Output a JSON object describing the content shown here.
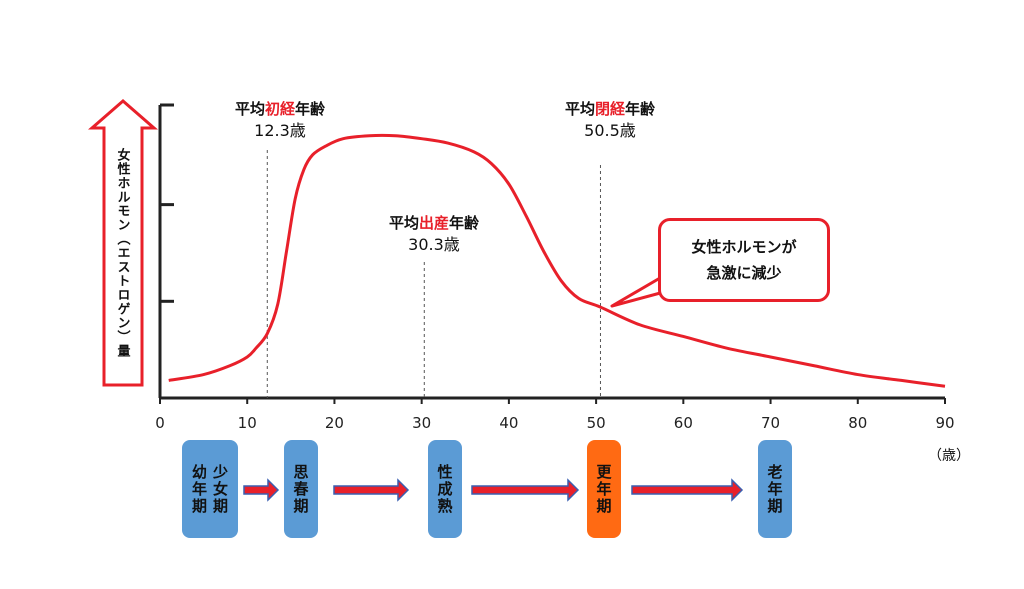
{
  "chart_data": {
    "type": "line",
    "xlim": [
      0,
      90
    ],
    "xticks": [
      0,
      10,
      20,
      30,
      40,
      50,
      60,
      70,
      80,
      90
    ],
    "xunit": "（歳）",
    "ylabel": "女性ホルモン（エストロゲン）量",
    "series": [
      {
        "x": [
          1,
          5,
          8,
          10,
          11,
          12.3,
          13.5,
          14.5,
          15.5,
          16.5,
          17.5,
          19,
          21,
          24,
          27,
          30,
          33,
          36,
          38,
          40,
          42,
          44,
          46,
          48,
          50.5,
          55,
          60,
          65,
          70,
          75,
          80,
          85,
          90
        ],
        "y": [
          0.06,
          0.08,
          0.11,
          0.14,
          0.17,
          0.22,
          0.32,
          0.5,
          0.68,
          0.78,
          0.83,
          0.86,
          0.885,
          0.895,
          0.895,
          0.885,
          0.87,
          0.84,
          0.8,
          0.73,
          0.62,
          0.5,
          0.4,
          0.34,
          0.31,
          0.25,
          0.21,
          0.17,
          0.14,
          0.11,
          0.08,
          0.06,
          0.04
        ]
      }
    ],
    "annotations": [
      {
        "x": 12.3,
        "prefix": "平均",
        "highlight": "初経",
        "suffix": "年齢",
        "value": "12.3歳"
      },
      {
        "x": 30.3,
        "prefix": "平均",
        "highlight": "出産",
        "suffix": "年齢",
        "value": "30.3歳"
      },
      {
        "x": 50.5,
        "prefix": "平均",
        "highlight": "閉経",
        "suffix": "年齢",
        "value": "50.5歳"
      }
    ],
    "callout": {
      "line1": "女性ホルモンが",
      "line2": "急激に減少"
    }
  },
  "stages": [
    {
      "label": "幼年期",
      "label2": "少女期",
      "color": "#5b9bd5"
    },
    {
      "label": "思春期",
      "color": "#5b9bd5"
    },
    {
      "label": "性成熟",
      "color": "#5b9bd5"
    },
    {
      "label": "更年期",
      "color": "#ff6a13"
    },
    {
      "label": "老年期",
      "color": "#5b9bd5"
    }
  ],
  "colors": {
    "curve": "#e8202a",
    "highlight": "#e8202a",
    "arrow_fill": "#e8202a",
    "arrow_edge": "#3a5fb0",
    "axis": "#222222"
  }
}
